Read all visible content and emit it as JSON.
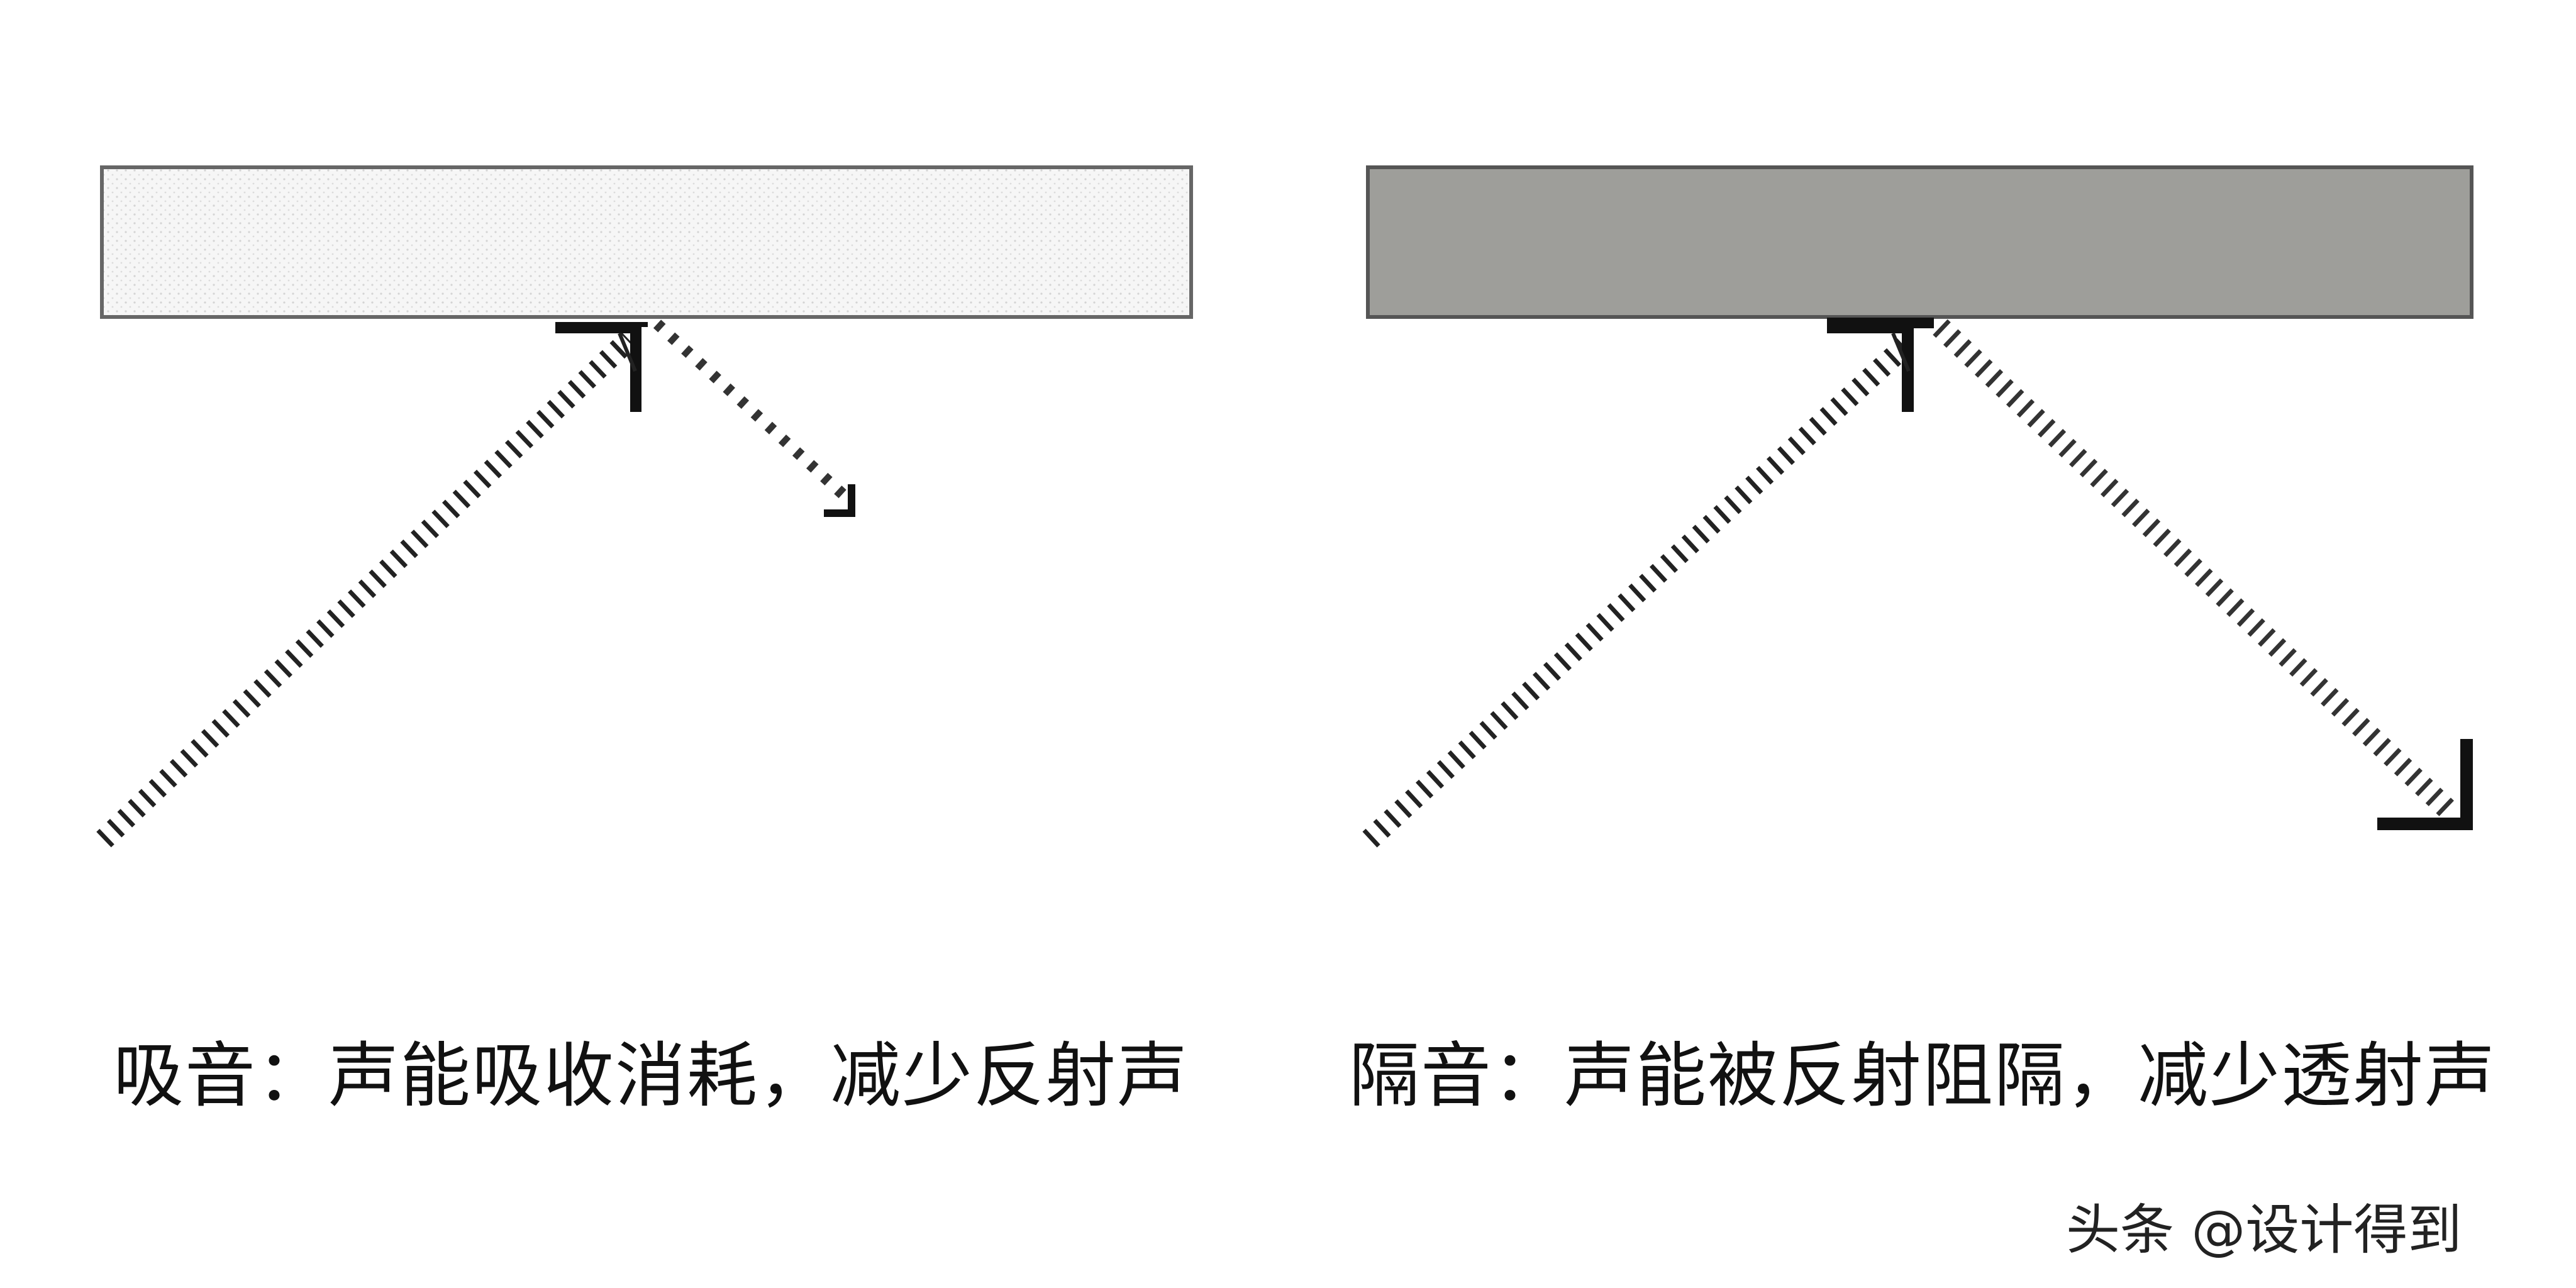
{
  "panels": [
    {
      "id": "absorption",
      "caption": "吸音：声能吸收消耗，减少反射声",
      "panel_color": "#f4f4f4",
      "reflected_line_style": "dotted-weak"
    },
    {
      "id": "insulation",
      "caption": "隔音：声能被反射阻隔，减少透射声",
      "panel_color": "#9e9e9a",
      "reflected_line_style": "hatched-strong"
    }
  ],
  "watermark": "头条 @设计得到"
}
